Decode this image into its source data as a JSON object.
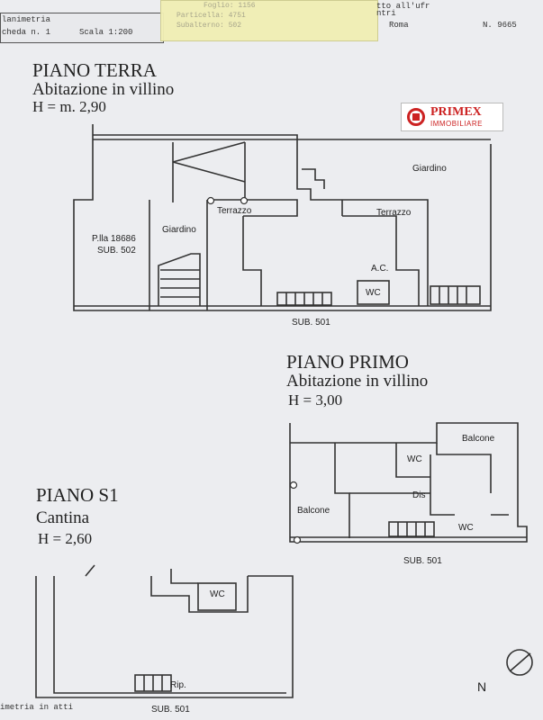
{
  "header": {
    "left_line1": "lanimetria",
    "left_line2": "cheda n. 1",
    "scale": "Scala 1:200",
    "ghost_line1": "Foglio: 1156",
    "ghost_line2": "Particella: 4751",
    "ghost_line3": "Subalterno: 502",
    "right_line1": "tto all'ufr",
    "right_line2": "ntri",
    "comune": "Roma",
    "number": "N. 9665"
  },
  "logo": {
    "brand": "PRIMEX",
    "tagline": "IMMOBILIARE"
  },
  "piano_terra": {
    "title": "PIANO TERRA",
    "subtitle": "Abitazione in villino",
    "height": "H = m. 2,90",
    "labels": {
      "giardino_top": "Giardino",
      "giardino_left": "Giardino",
      "terrazzo_1": "Terrazzo",
      "terrazzo_2": "Terrazzo",
      "plla": "P.lla 18686",
      "sub502": "SUB. 502",
      "ac": "A.C.",
      "wc": "WC",
      "sub501": "SUB. 501"
    }
  },
  "piano_primo": {
    "title": "PIANO PRIMO",
    "subtitle": "Abitazione in villino",
    "height": "H = 3,00",
    "labels": {
      "balcone_top": "Balcone",
      "balcone_left": "Balcone",
      "wc1": "WC",
      "wc2": "WC",
      "dis": "Dis",
      "sub501": "SUB. 501"
    }
  },
  "piano_s1": {
    "title": "PIANO S1",
    "subtitle": "Cantina",
    "height": "H = 2,60",
    "labels": {
      "wc": "WC",
      "rip": "Rip.",
      "sub501": "SUB. 501"
    }
  },
  "footer": {
    "left_text": "imetria in atti",
    "north": "N"
  }
}
